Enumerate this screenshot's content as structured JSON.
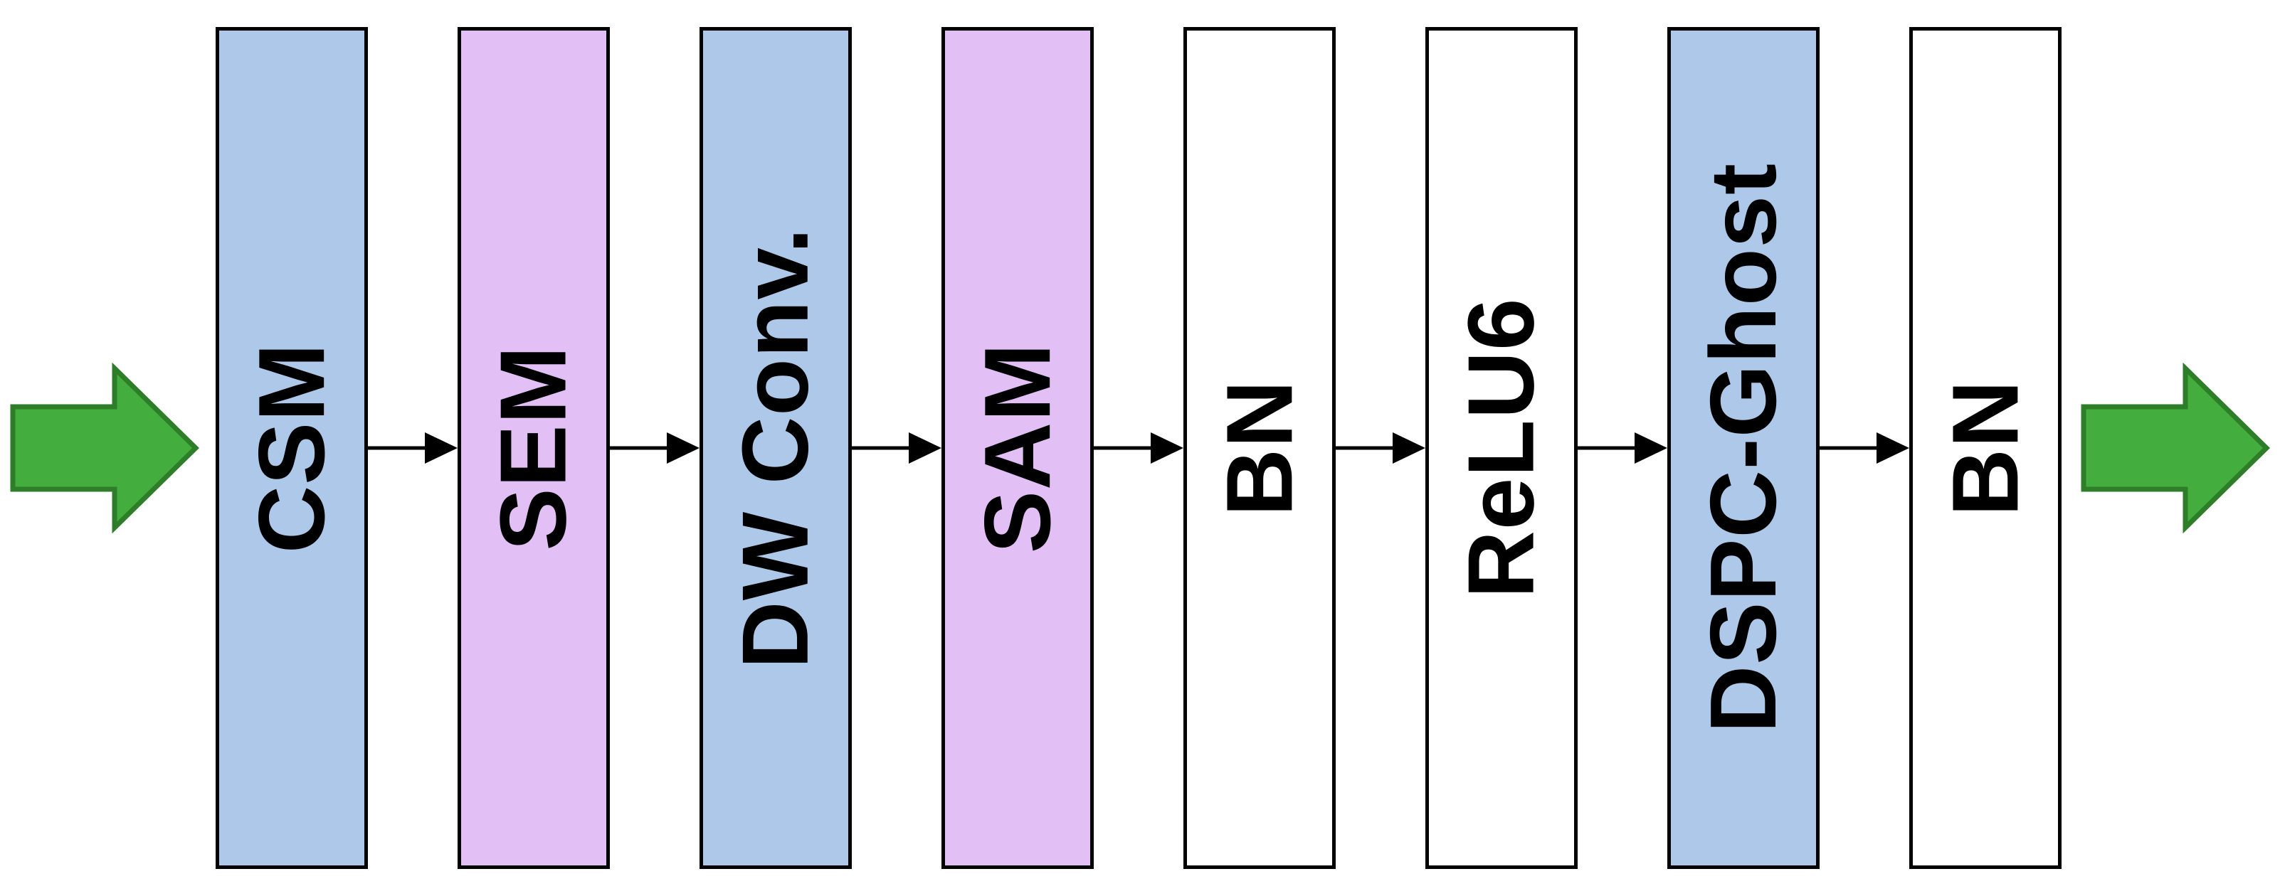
{
  "diagram": {
    "type": "flow-block-diagram",
    "direction": "left-to-right",
    "blocks": [
      {
        "label": "CSM",
        "fill": "#ADC8E8"
      },
      {
        "label": "SEM",
        "fill": "#E2C0F5"
      },
      {
        "label": "DW Conv.",
        "fill": "#ADC8E8"
      },
      {
        "label": "SAM",
        "fill": "#E2C0F5"
      },
      {
        "label": "BN",
        "fill": "#FFFFFF"
      },
      {
        "label": "ReLU6",
        "fill": "#FFFFFF"
      },
      {
        "label": "DSPC-Ghost",
        "fill": "#ADC8E8"
      },
      {
        "label": "BN",
        "fill": "#FFFFFF"
      }
    ],
    "colors": {
      "block_border": "#000000",
      "label_text": "#000000",
      "connector": "#000000",
      "endpoint_arrow_fill": "#43AE3D",
      "endpoint_arrow_stroke": "#2E7D28",
      "background": "#FFFFFF"
    }
  }
}
